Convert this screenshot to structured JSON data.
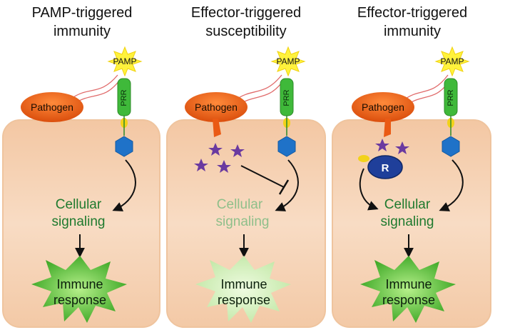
{
  "panels": [
    {
      "title_line1": "PAMP-triggered",
      "title_line2": "immunity",
      "pamp": "PAMP",
      "prr": "PRR",
      "pathogen": "Pathogen",
      "signal_line1": "Cellular",
      "signal_line2": "signaling",
      "response_line1": "Immune",
      "response_line2": "response"
    },
    {
      "title_line1": "Effector-triggered",
      "title_line2": "susceptibility",
      "pamp": "PAMP",
      "prr": "PRR",
      "pathogen": "Pathogen",
      "signal_line1": "Cellular",
      "signal_line2": "signaling",
      "response_line1": "Immune",
      "response_line2": "response"
    },
    {
      "title_line1": "Effector-triggered",
      "title_line2": "immunity",
      "pamp": "PAMP",
      "prr": "PRR",
      "pathogen": "Pathogen",
      "signal_line1": "Cellular",
      "signal_line2": "signaling",
      "response_line1": "Immune",
      "response_line2": "response",
      "r_protein": "R"
    }
  ],
  "colors": {
    "cell": "#f6d2b4",
    "cell_edge": "#eebf98",
    "pathogen": "#ea5a14",
    "prr": "#3fb93a",
    "pamp": "#fff23c",
    "hexagon": "#1f72c8",
    "effector": "#6a3aa0",
    "r_protein": "#1f3f9a",
    "starburst": "#3fbf2a",
    "starburst_faded": "#c8ecb0",
    "signal_text": "#1f7a2e"
  }
}
